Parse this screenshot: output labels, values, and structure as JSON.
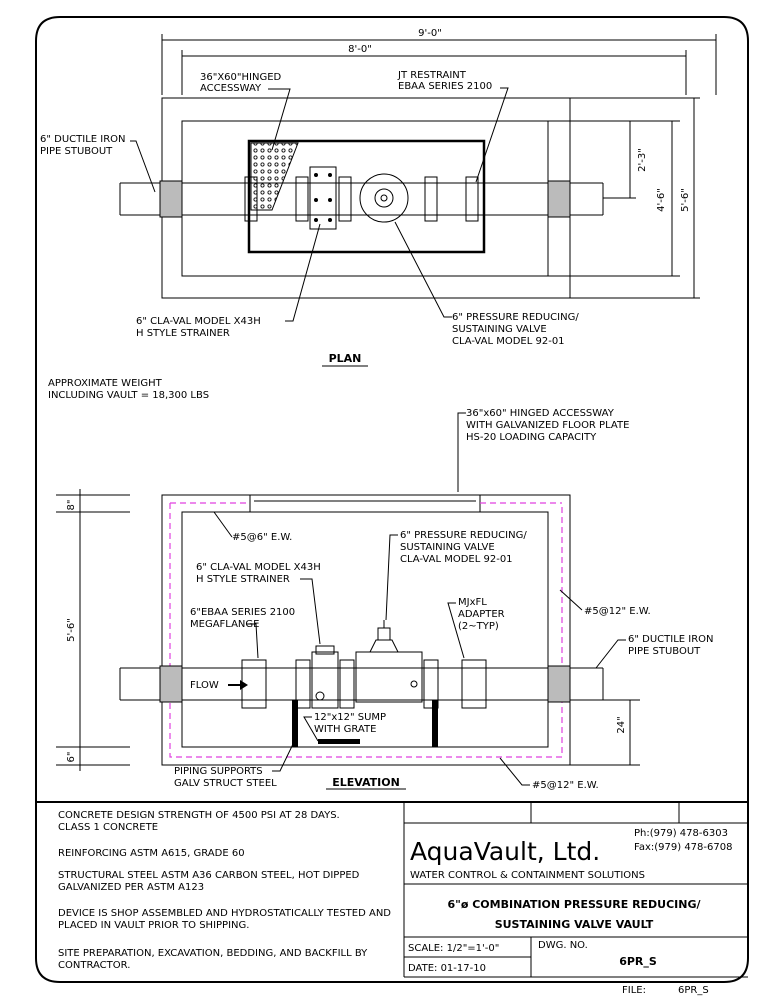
{
  "plan": {
    "dim_overall_width": "9'-0\"",
    "dim_inner_width": "8'-0\"",
    "dim_half_height": "2'-3\"",
    "dim_inner_height": "4'-6\"",
    "dim_outer_height": "5'-6\"",
    "accessway_l1": "36\"X60\"HINGED",
    "accessway_l2": "ACCESSWAY",
    "restraint_l1": "JT RESTRAINT",
    "restraint_l2": "EBAA SERIES 2100",
    "stubout_l1": "6\" DUCTILE IRON",
    "stubout_l2": "PIPE STUBOUT",
    "strainer_l1": "6\" CLA-VAL MODEL X43H",
    "strainer_l2": "H STYLE STRAINER",
    "valve_l1": "6\" PRESSURE REDUCING/",
    "valve_l2": "SUSTAINING VALVE",
    "valve_l3": "CLA-VAL MODEL 92-01",
    "title": "PLAN"
  },
  "weight_l1": "APPROXIMATE WEIGHT",
  "weight_l2": "INCLUDING VAULT = 18,300 LBS",
  "elevation": {
    "hatch_l1": "36\"x60\" HINGED ACCESSWAY",
    "hatch_l2": "WITH GALVANIZED FLOOR PLATE",
    "hatch_l3": "HS-20 LOADING CAPACITY",
    "dim_top": "8\"",
    "dim_mid": "5'-6\"",
    "dim_bot": "6\"",
    "rebar_top": "#5@6\" E.W.",
    "valve_l1": "6\" PRESSURE REDUCING/",
    "valve_l2": "SUSTAINING VALVE",
    "valve_l3": "CLA-VAL MODEL 92-01",
    "strainer_l1": "6\" CLA-VAL MODEL X43H",
    "strainer_l2": "H STYLE STRAINER",
    "flange_l1": "6\"EBAA SERIES 2100",
    "flange_l2": "MEGAFLANGE",
    "adapter_l1": "MJxFL",
    "adapter_l2": "ADAPTER",
    "adapter_l3": "(2~TYP)",
    "rebar_side": "#5@12\" E.W.",
    "stubout_l1": "6\" DUCTILE IRON",
    "stubout_l2": "PIPE STUBOUT",
    "flow": "FLOW",
    "sump_l1": "12\"x12\" SUMP",
    "sump_l2": "WITH GRATE",
    "dim_24": "24\"",
    "supports_l1": "PIPING SUPPORTS",
    "supports_l2": "GALV STRUCT STEEL",
    "title": "ELEVATION",
    "rebar_bot": "#5@12\" E.W."
  },
  "notes": {
    "n1a": "CONCRETE DESIGN STRENGTH OF 4500 PSI AT 28 DAYS.",
    "n1b": "CLASS 1 CONCRETE",
    "n2": "REINFORCING ASTM A615, GRADE 60",
    "n3a": "STRUCTURAL STEEL ASTM A36 CARBON STEEL, HOT DIPPED",
    "n3b": "GALVANIZED PER ASTM A123",
    "n4a": "DEVICE IS SHOP ASSEMBLED AND HYDROSTATICALLY TESTED AND",
    "n4b": "PLACED IN VAULT PRIOR TO SHIPPING.",
    "n5a": "SITE PREPARATION, EXCAVATION, BEDDING, AND BACKFILL BY",
    "n5b": "CONTRACTOR."
  },
  "titleblock": {
    "company": "AquaVault, Ltd.",
    "tagline": "WATER CONTROL & CONTAINMENT SOLUTIONS",
    "phone": "Ph:(979) 478-6303",
    "fax": "Fax:(979) 478-6708",
    "drawing_title_l1": "6\"ø COMBINATION PRESSURE REDUCING/",
    "drawing_title_l2": "SUSTAINING VALVE VAULT",
    "scale": "SCALE: 1/2\"=1'-0\"",
    "dwg_no_label": "DWG. NO.",
    "dwg_no": "6PR_S",
    "date": "DATE:   01-17-10",
    "file_label": "FILE:",
    "file_value": "6PR_S"
  }
}
